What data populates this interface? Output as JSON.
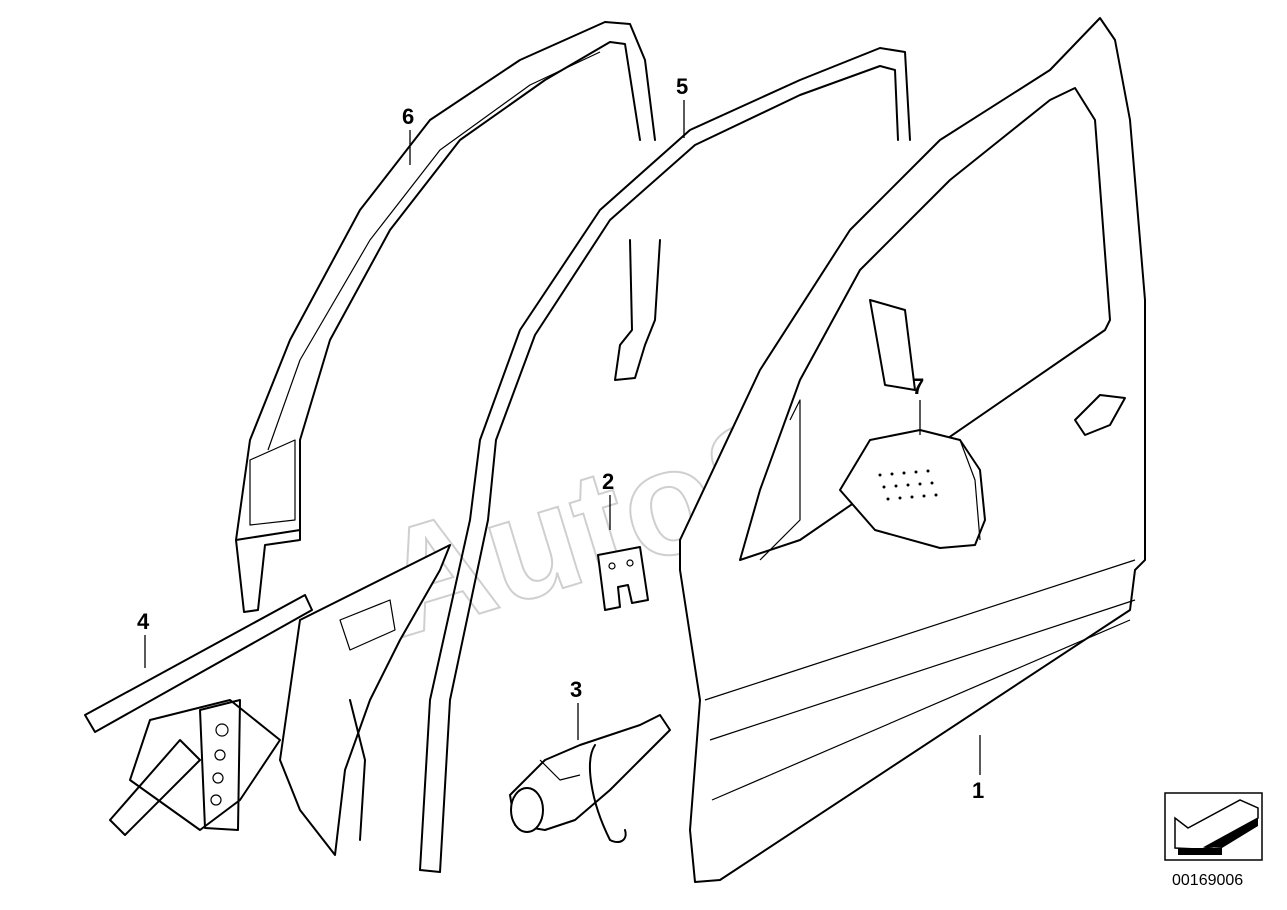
{
  "watermark": "AutoSoft",
  "document_id": "00169006",
  "nav_icon": "arrow-down-left-icon",
  "callouts": [
    {
      "id": "c1",
      "label": "1"
    },
    {
      "id": "c2",
      "label": "2"
    },
    {
      "id": "c3",
      "label": "3"
    },
    {
      "id": "c4",
      "label": "4"
    },
    {
      "id": "c5",
      "label": "5"
    },
    {
      "id": "c6",
      "label": "6"
    },
    {
      "id": "c7",
      "label": "7"
    }
  ]
}
